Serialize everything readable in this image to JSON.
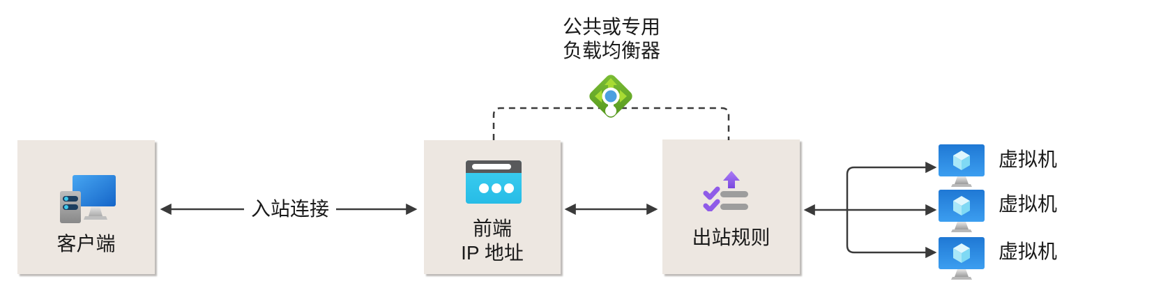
{
  "load_balancer": {
    "label_line1": "公共或专用",
    "label_line2": "负载均衡器"
  },
  "client": {
    "label": "客户端"
  },
  "frontend": {
    "label_line1": "前端",
    "label_line2": "IP 地址"
  },
  "outbound": {
    "label": "出站规则"
  },
  "inbound_arrow": {
    "label": "入站连接"
  },
  "vms": [
    {
      "label": "虚拟机"
    },
    {
      "label": "虚拟机"
    },
    {
      "label": "虚拟机"
    }
  ],
  "colors": {
    "box_bg": "#EDE7E1",
    "arrow": "#3A3A3A",
    "text": "#1A1A1A",
    "lb_green": "#6FB32B",
    "lb_arrow_green": "#A8DB33",
    "lb_center_blue": "#4C9FE0",
    "monitor_blue": "#2E86DE",
    "browser_cyan": "#35C8ED",
    "rule_purple": "#8F5BE8",
    "bar_gray": "#9D9D9D"
  }
}
